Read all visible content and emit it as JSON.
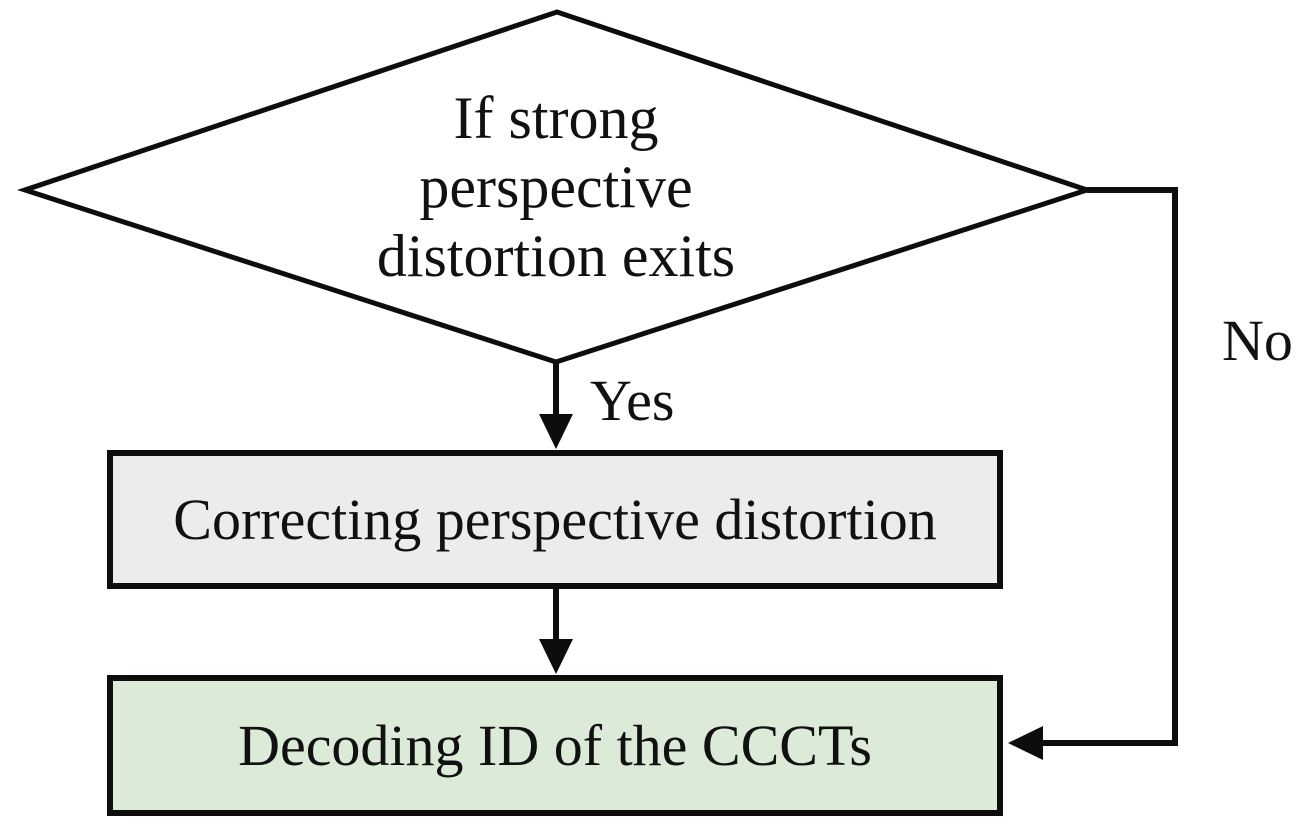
{
  "diagram": {
    "type": "flowchart",
    "decision": {
      "lines": [
        "If strong",
        "perspective",
        "distortion exits"
      ]
    },
    "labels": {
      "yes": "Yes",
      "no": "No"
    },
    "process_box": {
      "label": "Correcting perspective distortion"
    },
    "terminal_box": {
      "label": "Decoding ID of the CCCTs"
    },
    "colors": {
      "background": "#ffffff",
      "stroke": "#0d0d0d",
      "diamond_fill": "#ffffff",
      "process_box_fill": "#ececec",
      "terminal_box_fill": "#dcead8",
      "text": "#111111"
    }
  }
}
